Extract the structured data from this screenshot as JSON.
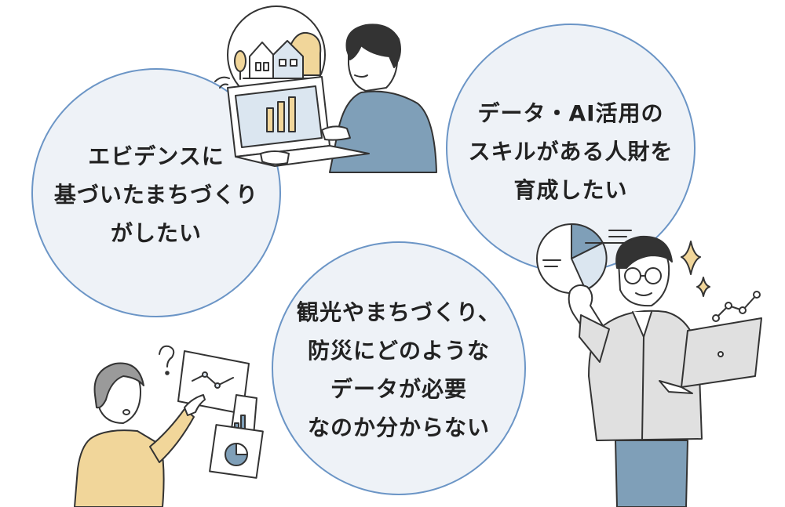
{
  "bubbles": {
    "left": {
      "lines": [
        "エビデンスに",
        "基づいたまちづくり",
        "がしたい"
      ]
    },
    "right": {
      "lines": [
        "データ・AI活用の",
        "スキルがある人財を",
        "育成したい"
      ]
    },
    "center": {
      "lines": [
        "観光やまちづくり、",
        "防災にどのような",
        "データが必要",
        "なのか分からない"
      ]
    }
  },
  "colors": {
    "bubble_fill": "#eef2f7",
    "bubble_border": "#6b95c6",
    "line": "#333333",
    "blue_clothing": "#7f9fb8",
    "yellow_clothing": "#f1d69a",
    "gray_jacket": "#e0e0e0"
  },
  "illustrations": {
    "top": "man-with-laptop-and-town-icon",
    "bottom_left": "confused-woman-with-charts-icon",
    "bottom_right": "man-with-pie-chart-and-laptop-icon"
  }
}
